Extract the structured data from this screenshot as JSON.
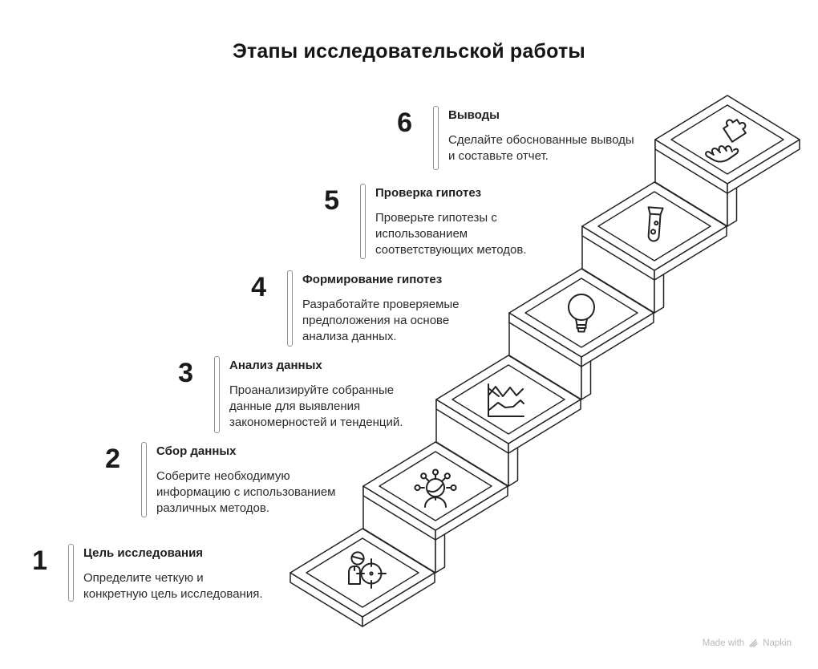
{
  "title": "Этапы исследовательской работы",
  "steps": [
    {
      "number": "1",
      "title": "Цель исследования",
      "description": "Определите четкую и\nконкретную цель исследования.",
      "icon": "person-target-icon"
    },
    {
      "number": "2",
      "title": "Сбор данных",
      "description": "Соберите необходимую\nинформацию с использованием\nразличных методов.",
      "icon": "gather-sources-icon"
    },
    {
      "number": "3",
      "title": "Анализ данных",
      "description": "Проанализируйте собранные\nданные для выявления\nзакономерностей и тенденций.",
      "icon": "line-chart-icon"
    },
    {
      "number": "4",
      "title": "Формирование гипотез",
      "description": "Разработайте проверяемые\nпредположения на основе\nанализа данных.",
      "icon": "lightbulb-icon"
    },
    {
      "number": "5",
      "title": "Проверка гипотез",
      "description": "Проверьте гипотезы с\nиспользованием\nсоответствующих методов.",
      "icon": "test-tube-icon"
    },
    {
      "number": "6",
      "title": "Выводы",
      "description": "Сделайте обоснованные выводы\nи составьте отчет.",
      "icon": "puzzle-hand-icon"
    }
  ],
  "watermark": {
    "prefix": "Made with",
    "brand": "Napkin",
    "icon": "feather-icon"
  },
  "colors": {
    "background": "#ffffff",
    "line": "#222222",
    "text": "#1f1f1f",
    "bar_border": "#8f8f8f",
    "watermark": "#b9b9b9"
  }
}
